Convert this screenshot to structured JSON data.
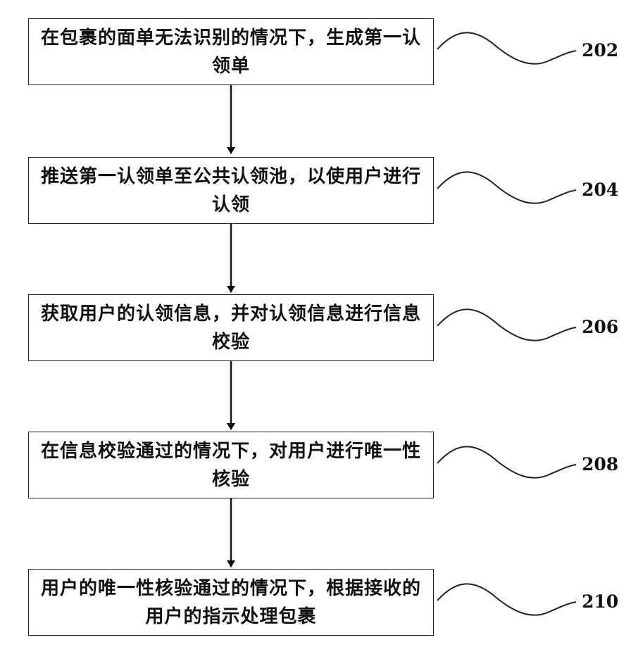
{
  "steps": [
    {
      "ref": "202",
      "text": "在包裹的面单无法识别的情况下，生成第一认领单"
    },
    {
      "ref": "204",
      "text": "推送第一认领单至公共认领池，以使用户进行认领"
    },
    {
      "ref": "206",
      "text": "获取用户的认领信息，并对认领信息进行信息校验"
    },
    {
      "ref": "208",
      "text": "在信息校验通过的情况下，对用户进行唯一性核验"
    },
    {
      "ref": "210",
      "text": "用户的唯一性核验通过的情况下，根据接收的用户的指示处理包裹"
    }
  ]
}
